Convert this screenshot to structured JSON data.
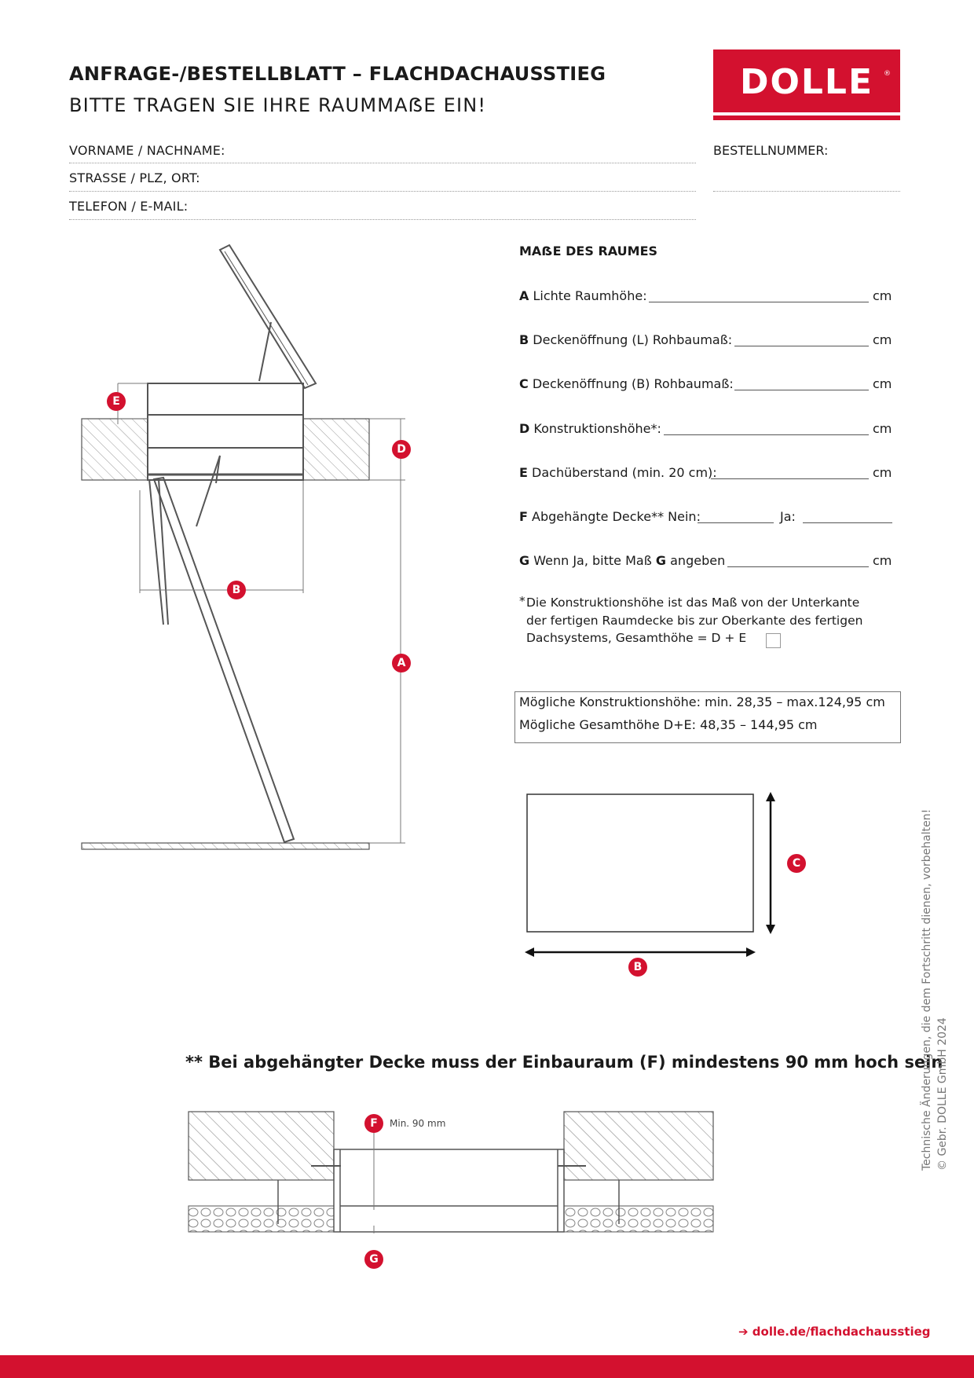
{
  "header": {
    "title": "ANFRAGE-/BESTELLBLATT – FLACHDACHAUSSTIEG",
    "subtitle": "BITTE TRAGEN SIE IHRE RAUMMAẞE EIN!",
    "logo_text": "DOLLE",
    "logo_reg": "®"
  },
  "form": {
    "name_label": "VORNAME / NACHNAME:",
    "address_label": "STRASSE / PLZ, ORT:",
    "contact_label": "TELEFON / E-MAIL:",
    "order_label": "BESTELLNUMMER:"
  },
  "measurements": {
    "title": "MAẞE DES RAUMES",
    "unit": "cm",
    "rows": [
      {
        "letter": "A",
        "label": "Lichte Raumhöhe:"
      },
      {
        "letter": "B",
        "label": "Deckenöffnung (L) Rohbaumaß:"
      },
      {
        "letter": "C",
        "label": "Deckenöffnung (B) Rohbaumaß:"
      },
      {
        "letter": "D",
        "label": "Konstruktionshöhe*:"
      },
      {
        "letter": "E",
        "label": "Dachüberstand (min. 20 cm):"
      }
    ],
    "row_f": {
      "letter": "F",
      "label": "Abgehängte Decke** Nein:",
      "ja_label": "Ja:"
    },
    "row_g": {
      "letter": "G",
      "label_pre": "Wenn Ja, bitte Maß",
      "letter_inline": "G",
      "label_post": "angeben"
    },
    "note_star": "*",
    "note": "Die Konstruktionshöhe ist das Maß von der Unterkante der fertigen Raumdecke bis zur Oberkante des fertigen Dachsystems, Gesamthöhe = D + E"
  },
  "info": {
    "line1": "Mögliche Konstruktionshöhe: min. 28,35 – max.124,95 cm",
    "line2": "Mögliche Gesamthöhe D+E: 48,35 – 144,95 cm"
  },
  "diagram_labels": {
    "a": "A",
    "b": "B",
    "c": "C",
    "d": "D",
    "e": "E",
    "f": "F",
    "g": "G",
    "min_label": "Min. 90 mm"
  },
  "suspended_note": "** Bei abgehängter Decke muss der Einbauraum (F) mindestens 90 mm hoch sein",
  "side_note": {
    "line1": "Technische Änderungen, die dem Fortschritt dienen, vorbehalten!",
    "line2": "© Gebr. DOLLE GmbH 2024"
  },
  "footer": {
    "link": "➔ dolle.de/flachdachausstieg"
  },
  "colors": {
    "accent": "#d3112f",
    "text": "#1a1a1a",
    "line": "#555555"
  }
}
